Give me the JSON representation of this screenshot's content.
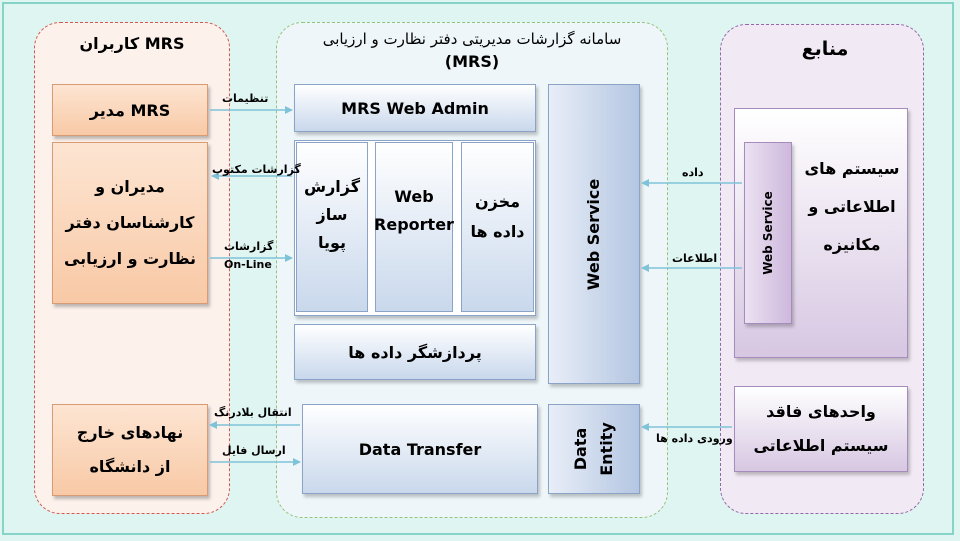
{
  "groups": {
    "users_title": "کاربران MRS",
    "mrs_title_line1": "سامانه گزارشات مدیریتی دفتر نظارت و ارزیابی",
    "mrs_title_line2": "(MRS)",
    "sources_title": "منابع"
  },
  "users": {
    "manager": "مدیر MRS",
    "managers_staff": [
      "مدیران و",
      "کارشناسان دفتر",
      "نظارت و ارزیابی"
    ],
    "external": [
      "نهادهای خارج",
      "از دانشگاه"
    ]
  },
  "mrs": {
    "web_admin": "MRS Web Admin",
    "report_builder": [
      "گزارش",
      "ساز",
      "پویا"
    ],
    "web_reporter": [
      "Web",
      "Reporter"
    ],
    "data_warehouse": [
      "مخزن",
      "داده ها"
    ],
    "data_processor": "پردازشگر داده ها",
    "web_service": "Web Service",
    "data_transfer": "Data Transfer",
    "data_entity": [
      "Data",
      "Entity"
    ]
  },
  "sources": {
    "info_systems": [
      "سیستم های",
      "اطلاعاتی و",
      "مکانیزه"
    ],
    "web_service": "Web Service",
    "no_info_units": [
      "واحدهای فاقد",
      "سیستم اطلاعاتی"
    ]
  },
  "labels": {
    "settings": "تنظیمات",
    "written_reports": "گزارشات مکتوب",
    "online_reports_1": "گزارشات",
    "online_reports_2": "On-Line",
    "data": "داده",
    "information": "اطلاعات",
    "instant_transfer": "انتقال بلادرنگ",
    "send_file": "ارسال فایل",
    "data_input": "ورودی داده ها"
  },
  "colors": {
    "background": "#dff5f1",
    "arrow": "#7fc3d9"
  }
}
